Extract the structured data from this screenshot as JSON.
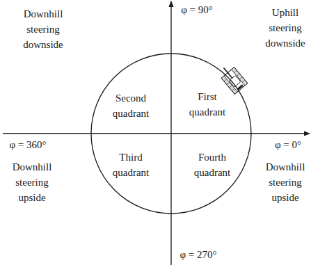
{
  "diagram": {
    "nodes": [
      {
        "text": [
          "Second quadrant",
          "First quadrant",
          "Third quadrant",
          "Fourth quadrant"
        ]
      }
    ],
    "labels": [
      "Downhill steering downside",
      "φ = 90°",
      "Uphill steering downside",
      "φ = 360°",
      "φ = 0°",
      "Downhill steering upside",
      "Downhill steering upside",
      "φ = 270°"
    ]
  }
}
